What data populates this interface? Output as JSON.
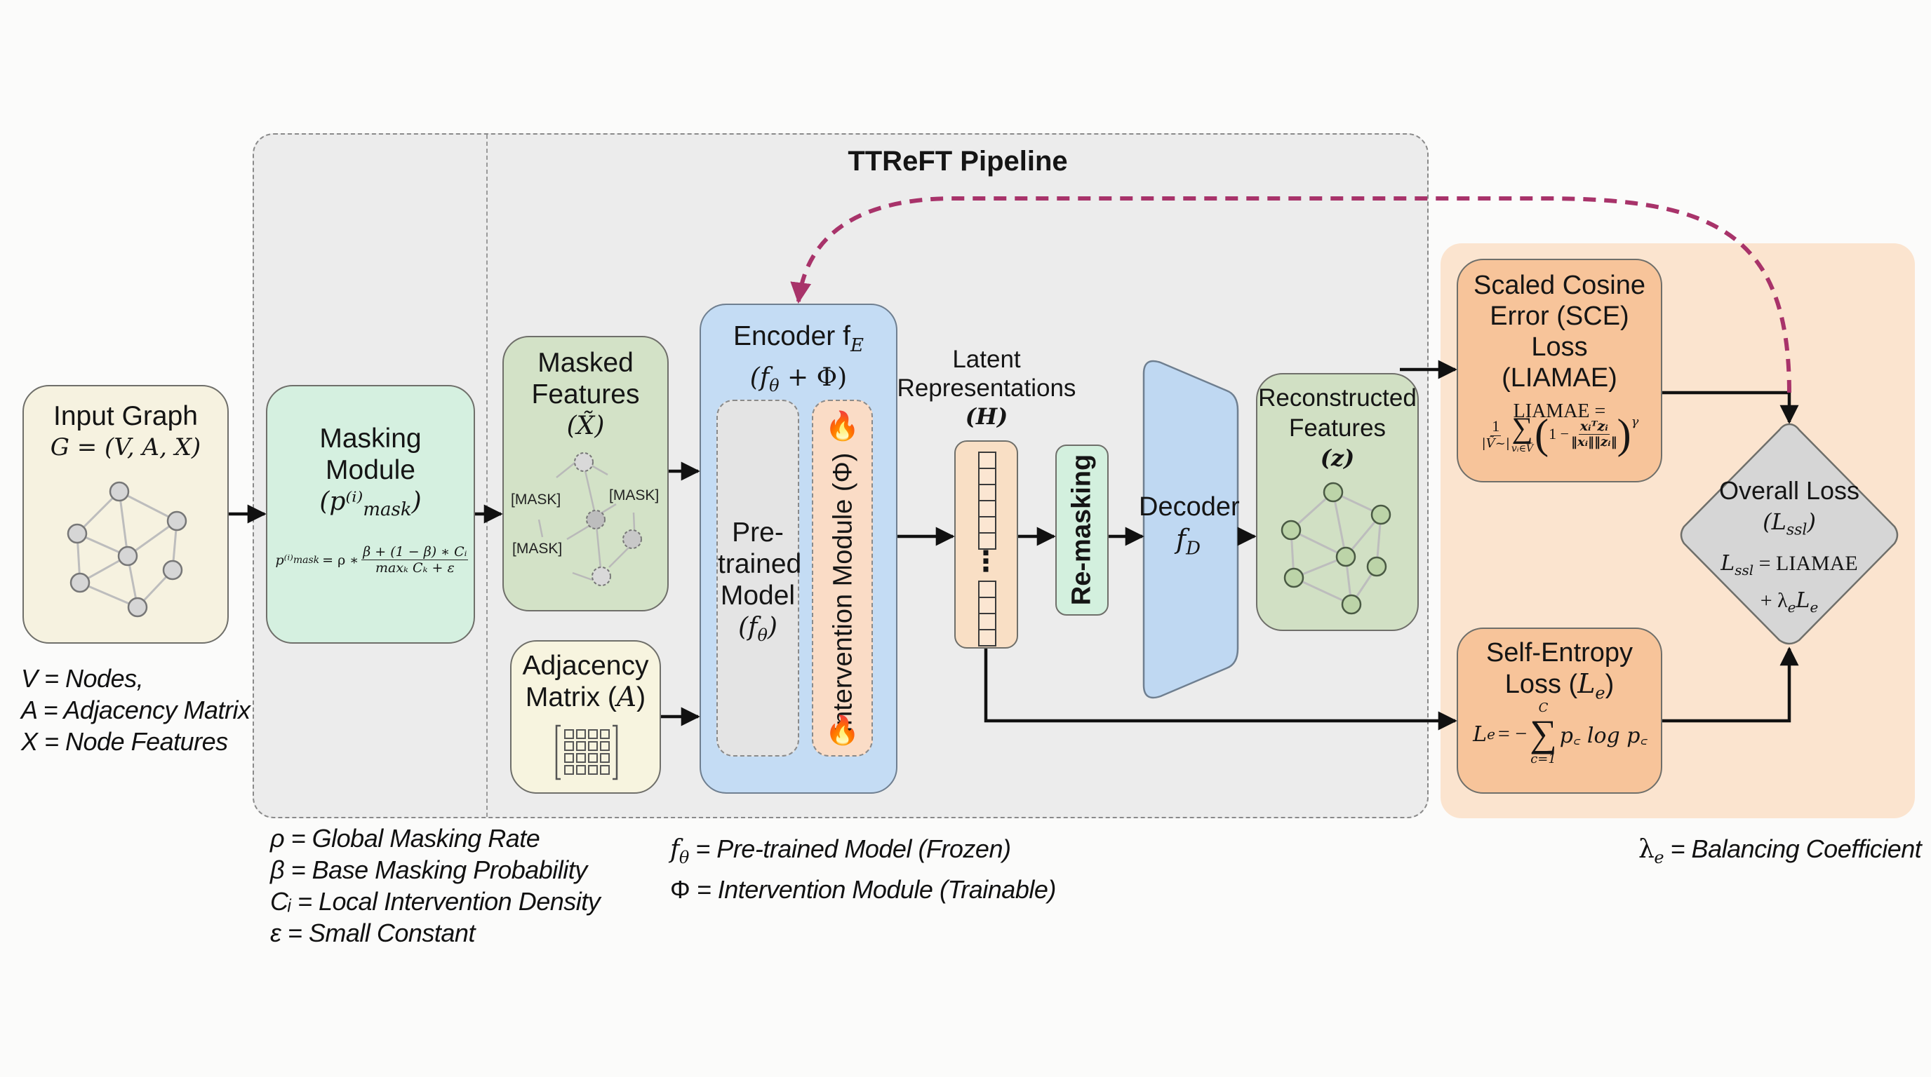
{
  "pipeline": {
    "title": "TTReFT Pipeline"
  },
  "colors": {
    "input_graph_fill": "#f6f2e0",
    "masking_fill": "#d5f0e0",
    "masked_features_fill": "#d3e2c7",
    "adjacency_fill": "#f7f4df",
    "encoder_fill": "#c4dcf4",
    "pretrained_fill": "#e6e6e6",
    "intervention_fill": "#fadcc6",
    "latent_fill": "#f9dfc5",
    "remasking_fill": "#d3f0de",
    "decoder_fill": "#bfd8f2",
    "reconstructed_fill": "#d1e0c4",
    "loss_region_fill": "#fbe6d3",
    "loss_box_fill": "#f7c49a",
    "overall_loss_fill": "#d6d6d6",
    "feedback_arrow": "#a8336a"
  },
  "input_graph": {
    "title": "Input Graph",
    "formula": "G = (V, A, X)",
    "legend": [
      "V = Nodes,",
      "A = Adjacency Matrix",
      "X = Node Features"
    ]
  },
  "masking_module": {
    "title_line1": "Masking",
    "title_line2": "Module",
    "symbol": "(p⁽ⁱ⁾",
    "symbol_sub": "mask",
    "symbol_close": ")",
    "formula_lhs": "p⁽ⁱ⁾",
    "formula_lhs_sub": "mask",
    "formula_eq": "= ρ ∗",
    "formula_num": "β + (1 − β) ∗ Cᵢ",
    "formula_den": "maxₖ Cₖ + ε",
    "legend": [
      "ρ = Global Masking Rate",
      "β = Base Masking Probability",
      "Cᵢ = Local Intervention Density",
      "ε = Small Constant"
    ]
  },
  "masked_features": {
    "title_line1": "Masked",
    "title_line2": "Features",
    "symbol": "(X̃)",
    "mask_tokens": [
      "[MASK]",
      "[MASK]",
      "[MASK]"
    ]
  },
  "adjacency": {
    "title_line1": "Adjacency",
    "title_line2": "Matrix (",
    "symbol": "A",
    "close": ")"
  },
  "encoder": {
    "title": "Encoder f",
    "title_sub": "E",
    "subtitle": "(f",
    "subtitle_sub": "θ",
    "subtitle_rest": " + Φ)",
    "pretrained": {
      "line1": "Pre-",
      "line2": "trained",
      "line3": "Model",
      "symbol": "(f",
      "symbol_sub": "θ",
      "close": ")"
    },
    "intervention": {
      "label": "Intervention Module (Φ)",
      "icon": "🔥"
    },
    "legend": [
      "f_θ = Pre-trained Model (Frozen)",
      "Φ = Intervention Module (Trainable)"
    ],
    "legend_parts": [
      {
        "sym": "f",
        "sub": "θ",
        "text": " = Pre-trained Model (Frozen)"
      },
      {
        "sym": "Φ",
        "sub": "",
        "text": " = Intervention Module (Trainable)"
      }
    ]
  },
  "latent": {
    "line1": "Latent",
    "line2": "Representations",
    "symbol": "(H)",
    "ellipsis": "⋮"
  },
  "remasking": {
    "label": "Re-masking"
  },
  "decoder": {
    "title": "Decoder",
    "symbol": "f",
    "symbol_sub": "D"
  },
  "reconstructed": {
    "line1": "Reconstructed",
    "line2": "Features",
    "symbol": "(z)"
  },
  "sce_loss": {
    "line1": "Scaled Cosine",
    "line2": "Error (SCE) Loss",
    "line3": "(LIAMAE)",
    "formula_head": "LIAMAE =",
    "frac_num": "1",
    "frac_den": "|Ṽ~|",
    "sum_sym": "∑",
    "sum_sub": "vᵢ∈Ṽ",
    "paren_open": "(",
    "one_minus": "1 −",
    "inner_num": "xᵢᵀzᵢ",
    "inner_den": "‖xᵢ‖‖zᵢ‖",
    "paren_close": ")",
    "exponent": "γ"
  },
  "entropy_loss": {
    "line1": "Self-Entropy",
    "line2": "Loss (",
    "symbol": "L",
    "symbol_sub": "e",
    "close": ")",
    "formula_lhs": "L",
    "formula_lhs_sub": "e",
    "formula_eq": "= −",
    "sum_sym": "∑",
    "sum_top": "C",
    "sum_bottom": "c=1",
    "formula_rhs": "p꜀ log p꜀"
  },
  "overall_loss": {
    "line1": "Overall Loss",
    "symbol": "(L",
    "symbol_sub": "ssl",
    "symbol_close": ")",
    "formula_line1": "L",
    "formula_line1_sub": "ssl",
    "formula_line1_rest": " = LIAMAE",
    "formula_line2": "+ λ",
    "formula_line2_sub": "e",
    "formula_line2_rest": "L",
    "formula_line2_sub2": "e"
  },
  "balancing_legend": {
    "sym": "λ",
    "sub": "e",
    "text": " = Balancing Coefficient"
  }
}
